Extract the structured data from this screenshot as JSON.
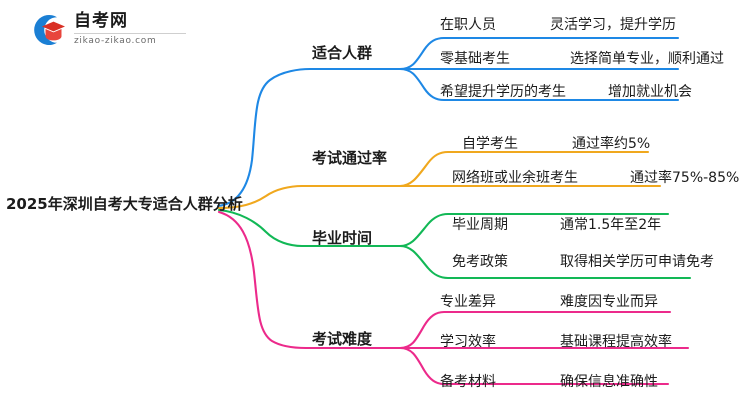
{
  "logo": {
    "name_cn": "自考网",
    "url": "zikao-zikao.com",
    "mark_icon": "graduation-cap-logo-icon",
    "colors": {
      "ring": "#1b7fd4",
      "cap": "#d93025"
    }
  },
  "mindmap": {
    "root": {
      "label": "2025年深圳自考大专适合人群分析"
    },
    "branches": [
      {
        "label": "适合人群",
        "color": "#1e88e5",
        "leaves": [
          {
            "key": "在职人员",
            "value": "灵活学习，提升学历"
          },
          {
            "key": "零基础考生",
            "value": "选择简单专业，顺利通过"
          },
          {
            "key": "希望提升学历的考生",
            "value": "增加就业机会"
          }
        ]
      },
      {
        "label": "考试通过率",
        "color": "#f0a81e",
        "leaves": [
          {
            "key": "自学考生",
            "value": "通过率约5%"
          },
          {
            "key": "网络班或业余班考生",
            "value": "通过率75%-85%"
          }
        ]
      },
      {
        "label": "毕业时间",
        "color": "#12b856",
        "leaves": [
          {
            "key": "毕业周期",
            "value": "通常1.5年至2年"
          },
          {
            "key": "免考政策",
            "value": "取得相关学历可申请免考"
          }
        ]
      },
      {
        "label": "考试难度",
        "color": "#ec2a8b",
        "leaves": [
          {
            "key": "专业差异",
            "value": "难度因专业而异"
          },
          {
            "key": "学习效率",
            "value": "基础课程提高效率"
          },
          {
            "key": "备考材料",
            "value": "确保信息准确性"
          }
        ]
      }
    ]
  }
}
